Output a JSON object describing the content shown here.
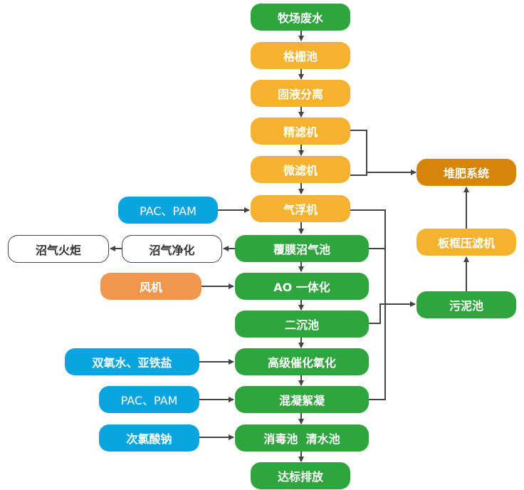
{
  "diagram": {
    "main": {
      "source": "牧场废水",
      "screen": "格栅池",
      "separation": "固液分离",
      "fine_filter": "精滤机",
      "micro_filter": "微滤机",
      "flotation": "气浮机",
      "biogas_tank": "覆膜沼气池",
      "ao": "AO 一体化",
      "secondary_settling": "二沉池",
      "advanced_oxidation": "高级催化氧化",
      "coagulation": "混凝絮凝",
      "disinfection": "消毒池  清水池",
      "discharge": "达标排放"
    },
    "inputs": {
      "pac_pam_1": "PAC、PAM",
      "blower": "风机",
      "h2o2_ferrous": "双氧水、亚铁盐",
      "pac_pam_2": "PAC、PAM",
      "hypochlorite": "次氯酸钠"
    },
    "biogas": {
      "purification": "沼气净化",
      "flare": "沼气火炬"
    },
    "sludge": {
      "compost": "堆肥系统",
      "filter_press": "板框压滤机",
      "sludge_tank": "污泥池"
    },
    "colors": {
      "green": "#2ea63d",
      "yellow": "#f5b22f",
      "brown": "#d4850a",
      "blue": "#0aa5e0",
      "orange": "#f0974d",
      "line": "#444444"
    }
  }
}
